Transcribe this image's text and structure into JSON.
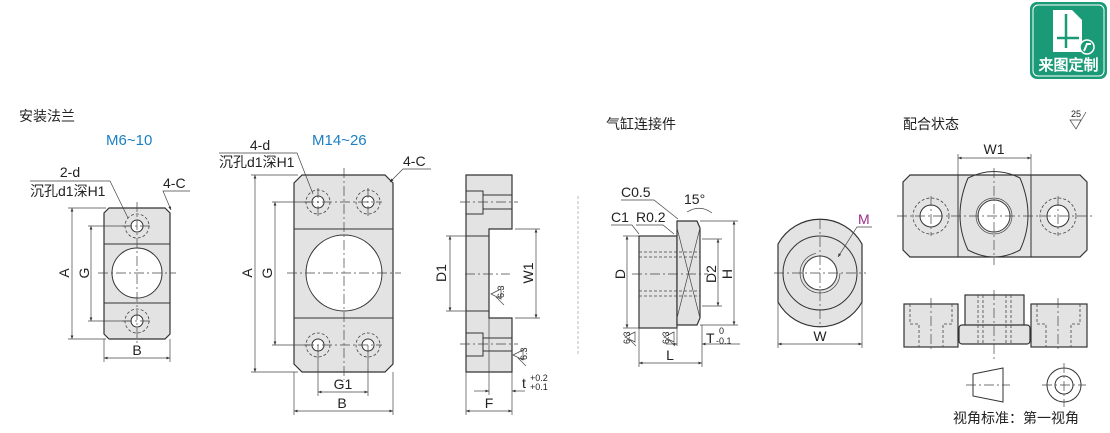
{
  "badge": {
    "label": "来图定制",
    "color": "#1a9a76"
  },
  "section_flange": {
    "title": "安装法兰",
    "small": {
      "variant": "M6~10",
      "hole_count": "2-d",
      "counterbore": "沉孔d1深H1",
      "chamfer": "4-C",
      "dim_a": "A",
      "dim_g": "G",
      "dim_b": "B"
    },
    "large": {
      "variant": "M14~26",
      "hole_count": "4-d",
      "counterbore": "沉孔d1深H1",
      "chamfer": "4-C",
      "dim_a": "A",
      "dim_g": "G",
      "dim_g1": "G1",
      "dim_b": "B"
    },
    "side": {
      "dim_d1": "D1",
      "dim_w1": "W1",
      "dim_f": "F",
      "dim_t": "t",
      "tol_t_upper": "+0.2",
      "tol_t_lower": "+0.1",
      "roughness": "6.3"
    },
    "variant_color": "#1a7fc4"
  },
  "section_connector": {
    "title": "气缸连接件",
    "chamfer_c05": "C0.5",
    "chamfer_c1": "C1",
    "radius": "R0.2",
    "angle": "15°",
    "dim_d": "D",
    "dim_d2": "D2",
    "dim_h": "H",
    "dim_l": "L",
    "dim_t": "T",
    "tol_t_upper": "0",
    "tol_t_lower": "-0.1",
    "roughness": "6.3",
    "dim_w": "W",
    "thread": "M",
    "thread_color": "#9b2b8b"
  },
  "section_assembly": {
    "title": "配合状态",
    "roughness_general": "25",
    "dim_w1": "W1",
    "view_standard": "视角标准：第一视角"
  }
}
